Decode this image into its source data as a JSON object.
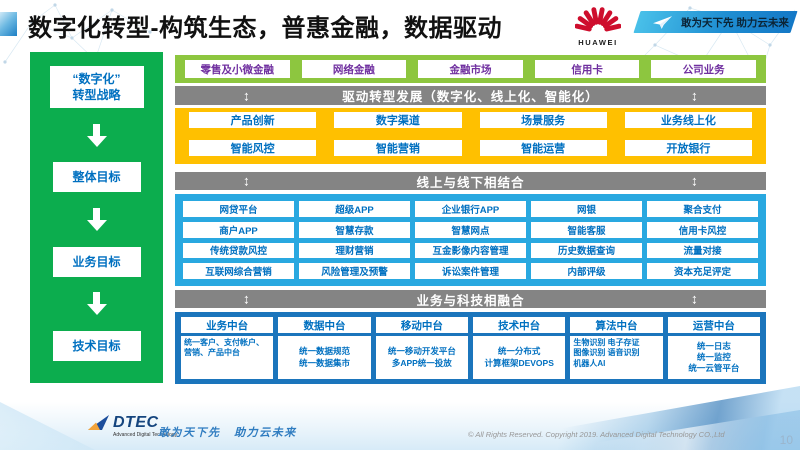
{
  "header": {
    "title": "数字化转型-构筑生态，普惠金融，数据驱动",
    "huawei_label": "HUAWEI",
    "slogan": "敢为天下先 助力云未来"
  },
  "sidebar": {
    "items": [
      "“数字化”\n转型战略",
      "整体目标",
      "业务目标",
      "技术目标"
    ]
  },
  "flow": {
    "green_row": [
      "零售及小微金融",
      "网络金融",
      "金融市场",
      "信用卡",
      "公司业务"
    ],
    "banner1": "驱动转型发展（数字化、线上化、智能化）",
    "yellow_cells": [
      "产品创新",
      "数字渠道",
      "场景服务",
      "业务线上化",
      "智能风控",
      "智能营销",
      "智能运营",
      "开放银行"
    ],
    "banner2": "线上与线下相结合",
    "blue_cells": [
      "网贷平台",
      "超级APP",
      "企业银行APP",
      "网银",
      "聚合支付",
      "商户APP",
      "智慧存款",
      "智慧网点",
      "智能客服",
      "信用卡风控",
      "传统贷款风控",
      "理财营销",
      "互金影像内容管理",
      "历史数据查询",
      "流量对接",
      "互联网综合营销",
      "风险管理及预警",
      "诉讼案件管理",
      "内部评级",
      "资本充足评定"
    ],
    "banner3": "业务与科技相融合",
    "platforms": [
      {
        "title": "业务中台",
        "detail": "统一客户、支付帐户、营销、产品中台"
      },
      {
        "title": "数据中台",
        "detail": "统一数据规范\n统一数据集市"
      },
      {
        "title": "移动中台",
        "detail": "统一移动开发平台\n多APP统一投放"
      },
      {
        "title": "技术中台",
        "detail": "统一分布式\n计算框架DEVOPS"
      },
      {
        "title": "算法中台",
        "detail": "生物识别 电子存证\n图像识别 语音识别\n机器人AI"
      },
      {
        "title": "运营中台",
        "detail": "统一日志\n统一监控\n统一云管平台"
      }
    ],
    "arrow_glyph": "↕"
  },
  "footer": {
    "logo_name": "DTEC",
    "logo_sub": "Advanced Digital Technology",
    "slogan": "敢为天下先   助力云未来",
    "copyright": "© All Rights Reserved. Copyright 2019. Advanced Digital Technology CO.,Ltd",
    "page_number": "10"
  },
  "colors": {
    "green_row_bg": "#8DC63F",
    "sidebar_bg": "#0CAD4E",
    "banner_bg": "#848484",
    "yellow_bg": "#FFC000",
    "blue_bg": "#29A8E0",
    "platform_bg": "#1B75BC",
    "box_text_blue": "#0070C0",
    "box_text_purple": "#7030A0",
    "huawei_red": "#CE0E2D",
    "header_banner_gradient": [
      "#49C0E9",
      "#1478C6"
    ]
  }
}
